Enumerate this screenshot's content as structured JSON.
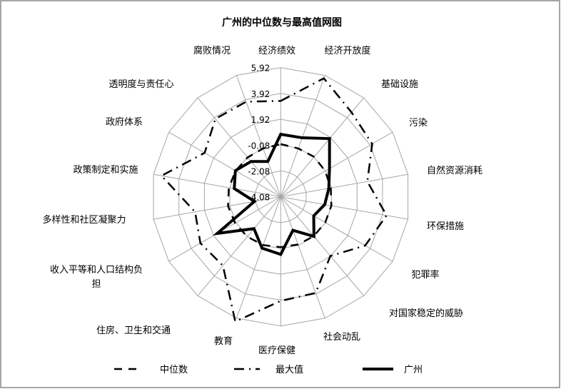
{
  "chart_data": {
    "type": "radar",
    "title": "广州的中位数与最高值网图",
    "categories": [
      "经济绩效",
      "经济开放度",
      "基础设施",
      "污染",
      "自然资源消耗",
      "环保措施",
      "犯罪率",
      "对国家稳定的威胁",
      "社会动乱",
      "医疗保健",
      "教育",
      "住房、卫生和交通",
      "收入平等和人口结构负担",
      "多样性和社区凝聚力",
      "政策制定和实施",
      "政府体系",
      "透明度与责任心",
      "腐败情况"
    ],
    "axis": {
      "min": -4.08,
      "max": 5.92,
      "step": 2,
      "tick_labels": [
        "-4.08",
        "-2.08",
        "-0.08",
        "1.92",
        "3.92",
        "5.92"
      ]
    },
    "grid": true,
    "legend_position": "bottom",
    "series": [
      {
        "name": "中位数",
        "style": "dashed",
        "values": [
          0.0,
          -0.1,
          -0.05,
          -0.1,
          -0.15,
          -0.1,
          -0.1,
          -0.1,
          -0.15,
          -0.18,
          -0.1,
          -0.05,
          0.0,
          0.06,
          0.0,
          -0.05,
          -0.1,
          -0.1
        ]
      },
      {
        "name": "最大值",
        "style": "dash-dot",
        "values": [
          3.34,
          5.68,
          4.45,
          4.1,
          2.73,
          4.24,
          3.47,
          1.9,
          3.84,
          3.98,
          6.2,
          2.88,
          3.1,
          2.65,
          5.29,
          2.72,
          3.79,
          3.75
        ]
      },
      {
        "name": "广州",
        "style": "solid",
        "values": [
          0.76,
          0.78,
          1.8,
          0.28,
          -0.3,
          -0.62,
          -1.13,
          -0.08,
          -1.32,
          0.38,
          0.15,
          -0.86,
          1.59,
          -2.02,
          -0.43,
          -0.03,
          -0.51,
          -1.17
        ]
      }
    ]
  }
}
